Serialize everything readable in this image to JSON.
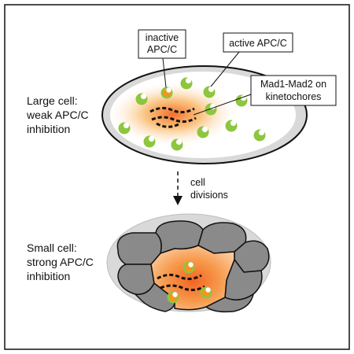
{
  "callouts": {
    "inactive_line1": "inactive",
    "inactive_line2": "APC/C",
    "active": "active APC/C",
    "mad_line1": "Mad1-Mad2 on",
    "mad_line2": "kinetochores"
  },
  "large_cell": {
    "line1": "Large cell:",
    "line2": "weak APC/C",
    "line3": "inhibition"
  },
  "transition": {
    "line1": "cell",
    "line2": "divisions"
  },
  "small_cell": {
    "line1": "Small cell:",
    "line2": "strong APC/C",
    "line3": "inhibition"
  },
  "colors": {
    "apc_active": "#8dc63f",
    "apc_inactive_fill": "#f7941d",
    "apc_inactive_ring": "#8dc63f",
    "inhibitor_glow": "#f26522",
    "small_cell_fill": "#f7a35c",
    "neighbor_cells": "#8a8a8a",
    "embryo_shell": "#d9d9d9"
  }
}
